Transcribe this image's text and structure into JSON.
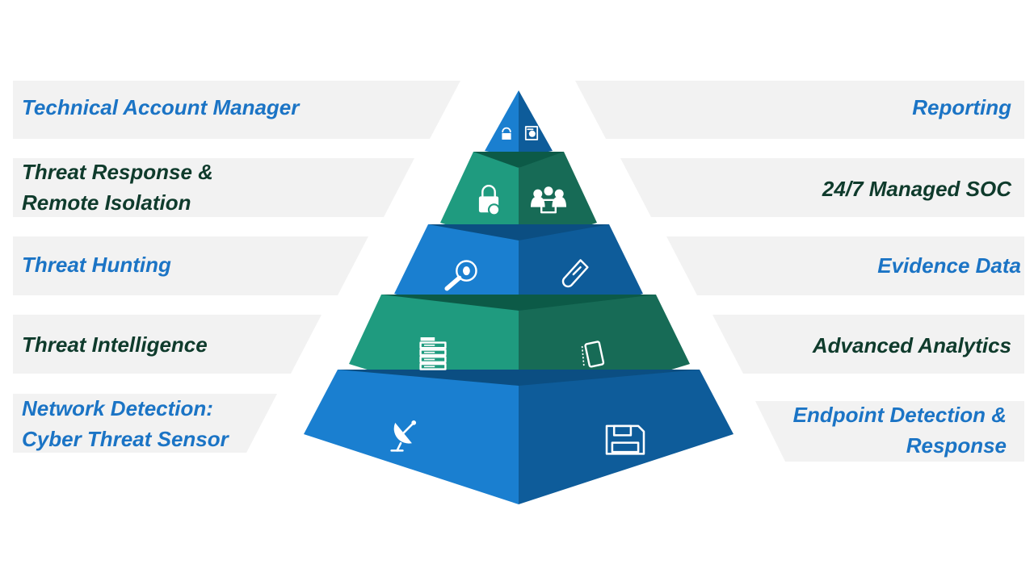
{
  "colors": {
    "band_bg": "#f2f2f2",
    "blue_text": "#1b74c5",
    "green_text": "#0f3b2c",
    "blue_left": "#1a7fd0",
    "blue_right": "#0e5c9a",
    "green_left": "#1f9b7f",
    "green_right": "#176b56",
    "blue_top": "#0b4e82",
    "green_top": "#0c5a47",
    "icon": "#ffffff"
  },
  "left_labels": [
    {
      "lines": [
        "Technical Account Manager"
      ],
      "color": "blue"
    },
    {
      "lines": [
        "Threat Response &",
        "Remote Isolation"
      ],
      "color": "green"
    },
    {
      "lines": [
        "Threat Hunting"
      ],
      "color": "blue"
    },
    {
      "lines": [
        "Threat Intelligence"
      ],
      "color": "green"
    },
    {
      "lines": [
        "Network Detection:",
        "Cyber Threat Sensor"
      ],
      "color": "blue"
    }
  ],
  "right_labels": [
    {
      "lines": [
        "Reporting"
      ],
      "color": "blue"
    },
    {
      "lines": [
        "24/7 Managed SOC"
      ],
      "color": "green"
    },
    {
      "lines": [
        "Evidence Data"
      ],
      "color": "blue"
    },
    {
      "lines": [
        "Advanced Analytics"
      ],
      "color": "green"
    },
    {
      "lines": [
        "Endpoint Detection &",
        "Response"
      ],
      "color": "blue"
    }
  ],
  "tiers": [
    {
      "scheme": "blue",
      "left_icon": "shield-lock-icon",
      "right_icon": "certificate-icon"
    },
    {
      "scheme": "green",
      "left_icon": "padlock-icon",
      "right_icon": "team-icon"
    },
    {
      "scheme": "blue",
      "left_icon": "bug-search-icon",
      "right_icon": "test-tube-icon"
    },
    {
      "scheme": "green",
      "left_icon": "server-rack-icon",
      "right_icon": "tablet-icon"
    },
    {
      "scheme": "blue",
      "left_icon": "satellite-dish-icon",
      "right_icon": "floppy-disk-icon"
    }
  ]
}
